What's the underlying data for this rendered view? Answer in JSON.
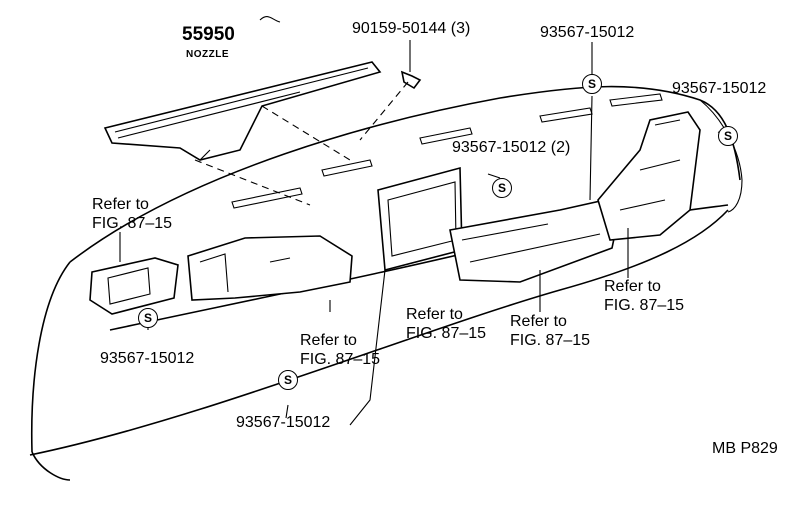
{
  "parts": {
    "nozzle_number": "55950",
    "nozzle_name": "NOZZLE",
    "screw": "90159-50144 (3)",
    "clip_top": "93567-15012",
    "clip_right": "93567-15012",
    "clip_center": "93567-15012 (2)",
    "clip_left": "93567-15012",
    "clip_bottom": "93567-15012"
  },
  "refs": {
    "left_line1": "Refer to",
    "left_line2": "FIG. 87–15",
    "mid_line1": "Refer to",
    "mid_line2": "FIG. 87–15",
    "center_line1": "Refer to",
    "center_line2": "FIG. 87–15",
    "right_center_line1": "Refer to",
    "right_center_line2": "FIG. 87–15",
    "right_line1": "Refer to",
    "right_line2": "FIG. 87–15"
  },
  "markers": {
    "s": "S"
  },
  "code": "MB P829"
}
